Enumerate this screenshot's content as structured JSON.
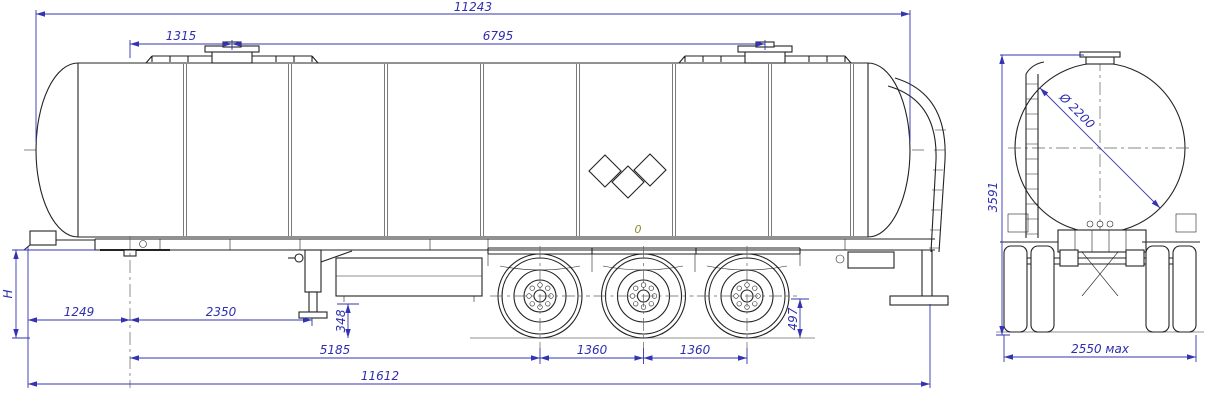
{
  "drawing": {
    "subject": "tanker-semitrailer-dimensional-drawing",
    "colors": {
      "dimension": "#3434b2",
      "outline": "#232323",
      "background": "#ffffff",
      "datum_mark": "#8a8a22"
    }
  },
  "dims": {
    "overall_top": "11243",
    "kingpin_to_front_hatch": "1315",
    "hatch_spacing": "6795",
    "front_to_kingpin": "1249",
    "kingpin_to_landing_gear": "2350",
    "landing_clearance": "348",
    "kingpin_to_first_axle": "5185",
    "axle_spacing_1": "1360",
    "axle_spacing_2": "1360",
    "rear_clearance": "497",
    "overall_length": "11612",
    "fifth_wheel_height": "H",
    "datum_zero": "0",
    "tank_diameter": "Ø 2200",
    "overall_height": "3591",
    "overall_width": "2550 мах"
  }
}
